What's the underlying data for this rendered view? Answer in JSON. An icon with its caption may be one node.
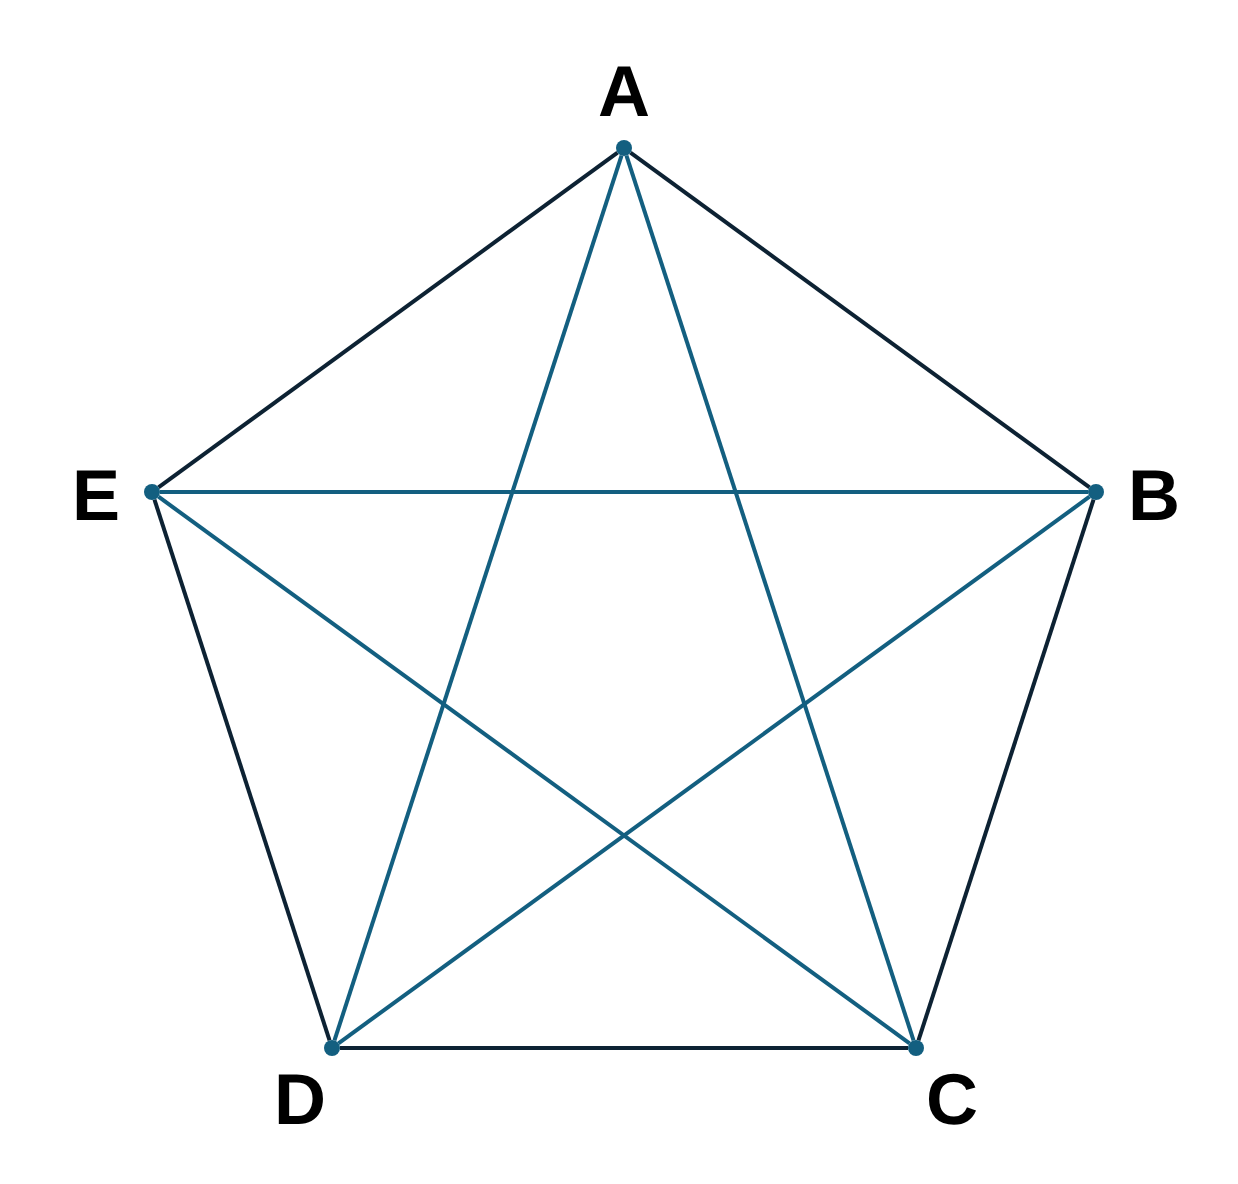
{
  "diagram": {
    "nodes": [
      {
        "text": [
          "A"
        ]
      },
      {
        "text": [
          "B"
        ]
      },
      {
        "text": [
          "C"
        ]
      },
      {
        "text": [
          "D"
        ]
      },
      {
        "text": [
          "E"
        ]
      }
    ],
    "edges": [
      {
        "from": 0,
        "to": 1,
        "arrow": "none"
      },
      {
        "from": 1,
        "to": 2,
        "arrow": "none"
      },
      {
        "from": 2,
        "to": 3,
        "arrow": "none"
      },
      {
        "from": 3,
        "to": 4,
        "arrow": "none"
      },
      {
        "from": 4,
        "to": 0,
        "arrow": "none"
      },
      {
        "from": 0,
        "to": 2,
        "arrow": "none",
        "color": "#135f80"
      },
      {
        "from": 0,
        "to": 3,
        "arrow": "none",
        "color": "#135f80"
      },
      {
        "from": 1,
        "to": 3,
        "arrow": "none",
        "color": "#135f80"
      },
      {
        "from": 1,
        "to": 4,
        "arrow": "none",
        "color": "#135f80"
      },
      {
        "from": 2,
        "to": 4,
        "arrow": "none",
        "color": "#135f80"
      }
    ]
  }
}
